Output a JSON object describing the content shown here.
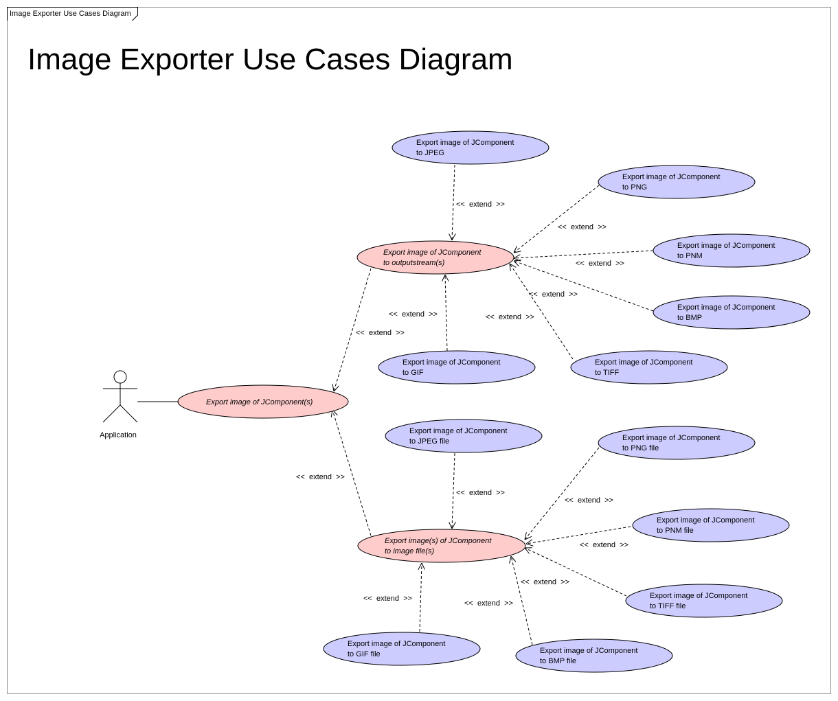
{
  "frame_label": "Image Exporter Use Cases Diagram",
  "title": "Image Exporter Use Cases Diagram",
  "colors": {
    "abstract_fill": "#ffcccc",
    "concrete_fill": "#ccccff",
    "stroke": "#000000"
  },
  "actor": {
    "name": "Application"
  },
  "stereotype": "<<  extend  >>",
  "use_cases": {
    "export_components": {
      "lines": [
        "Export image of JComponent(s)"
      ]
    },
    "export_outputstream": {
      "lines": [
        "Export image of JComponent",
        "to outputstream(s)"
      ]
    },
    "export_image_file": {
      "lines": [
        "Export image(s) of JComponent",
        "to image file(s)"
      ]
    },
    "jpeg": {
      "lines": [
        "Export image of JComponent",
        "to JPEG"
      ]
    },
    "png": {
      "lines": [
        "Export image of JComponent",
        "to PNG"
      ]
    },
    "pnm": {
      "lines": [
        "Export image of JComponent",
        "to PNM"
      ]
    },
    "bmp": {
      "lines": [
        "Export image of JComponent",
        "to BMP"
      ]
    },
    "gif": {
      "lines": [
        "Export image of JComponent",
        "to GIF"
      ]
    },
    "tiff": {
      "lines": [
        "Export image of JComponent",
        "to TIFF"
      ]
    },
    "jpeg_file": {
      "lines": [
        "Export image of JComponent",
        "to JPEG file"
      ]
    },
    "png_file": {
      "lines": [
        "Export image of JComponent",
        "to PNG file"
      ]
    },
    "pnm_file": {
      "lines": [
        "Export image of JComponent",
        "to PNM file"
      ]
    },
    "tiff_file": {
      "lines": [
        "Export image of JComponent",
        "to TIFF file"
      ]
    },
    "gif_file": {
      "lines": [
        "Export image of JComponent",
        "to GIF file"
      ]
    },
    "bmp_file": {
      "lines": [
        "Export image of JComponent",
        "to BMP file"
      ]
    }
  },
  "extend_relations": [
    {
      "from": "jpeg",
      "to": "export_outputstream"
    },
    {
      "from": "png",
      "to": "export_outputstream"
    },
    {
      "from": "pnm",
      "to": "export_outputstream"
    },
    {
      "from": "bmp",
      "to": "export_outputstream"
    },
    {
      "from": "tiff",
      "to": "export_outputstream"
    },
    {
      "from": "gif",
      "to": "export_outputstream"
    },
    {
      "from": "export_outputstream",
      "to": "export_components"
    },
    {
      "from": "export_image_file",
      "to": "export_components"
    },
    {
      "from": "jpeg_file",
      "to": "export_image_file"
    },
    {
      "from": "png_file",
      "to": "export_image_file"
    },
    {
      "from": "pnm_file",
      "to": "export_image_file"
    },
    {
      "from": "tiff_file",
      "to": "export_image_file"
    },
    {
      "from": "bmp_file",
      "to": "export_image_file"
    },
    {
      "from": "gif_file",
      "to": "export_image_file"
    }
  ]
}
